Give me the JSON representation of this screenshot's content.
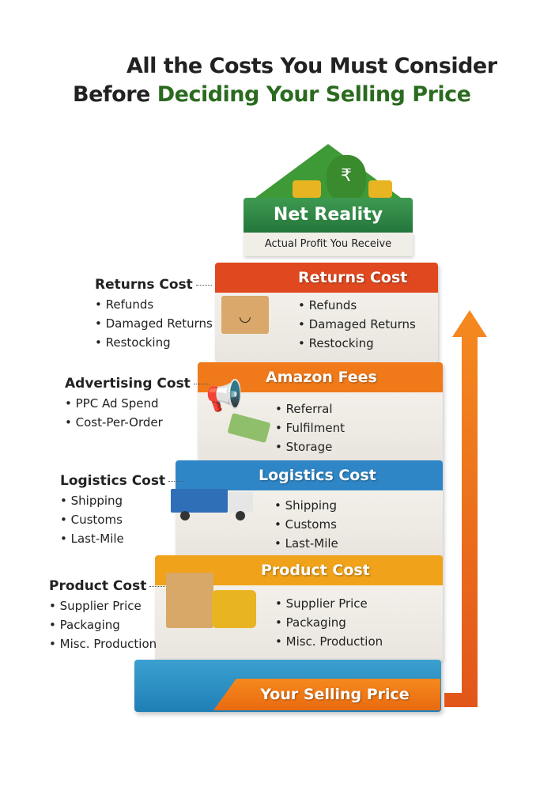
{
  "title": {
    "line1": "All the Costs You Must Consider",
    "line2_prefix": "Before",
    "line2_highlight": "Deciding Your Selling Price"
  },
  "top": {
    "label": "Net Reality",
    "sub": "Actual Profit You Receive",
    "icon": "rupee-money-bag-icon",
    "rupee": "₹"
  },
  "tiers": [
    {
      "label": "Returns Cost",
      "color": "#e0491f",
      "items": [
        "Refunds",
        "Damaged Returns",
        "Restocking"
      ],
      "icon": "return-box-icon"
    },
    {
      "label": "Amazon Fees",
      "color": "#f07a1a",
      "items": [
        "Referral",
        "Fulfilment",
        "Storage"
      ],
      "icon": "megaphone-icon"
    },
    {
      "label": "Logistics Cost",
      "color": "#2f86c6",
      "items": [
        "Shipping",
        "Customs",
        "Last-Mile"
      ],
      "icon": "truck-icon"
    },
    {
      "label": "Product Cost",
      "color": "#f0a31a",
      "items": [
        "Supplier Price",
        "Packaging",
        "Misc. Production"
      ],
      "icon": "box-coins-icon"
    }
  ],
  "side_labels": [
    {
      "label": "Returns Cost",
      "items": [
        "Refunds",
        "Damaged Returns",
        "Restocking"
      ]
    },
    {
      "label": "Advertising Cost",
      "items": [
        "PPC Ad Spend",
        "Cost-Per-Order"
      ]
    },
    {
      "label": "Logistics Cost",
      "items": [
        "Shipping",
        "Customs",
        "Last-Mile"
      ]
    },
    {
      "label": "Product Cost",
      "items": [
        "Supplier Price",
        "Packaging",
        "Misc. Production"
      ]
    }
  ],
  "base": {
    "label": "Your Selling Price"
  },
  "arrow": {
    "icon": "up-arrow-icon",
    "color": "#ef6a16"
  }
}
